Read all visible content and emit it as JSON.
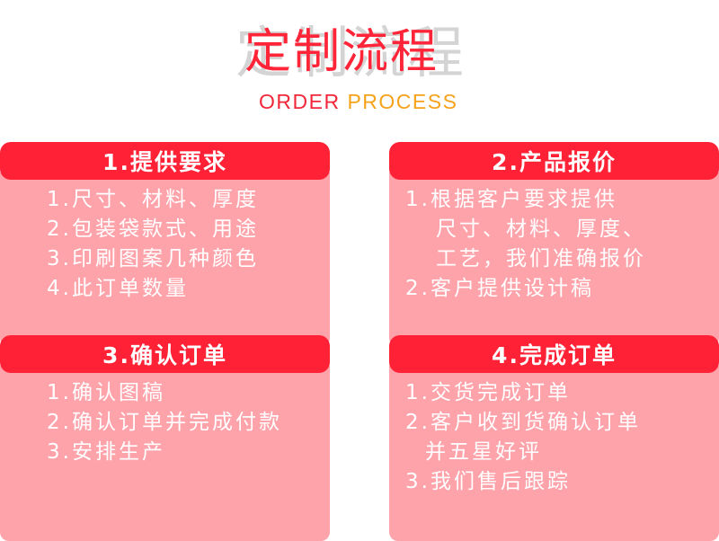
{
  "header": {
    "title": "定制流程",
    "title_shadow": "定制流程",
    "subtitle_part1": "ORDER ",
    "subtitle_part2": "PROCESS"
  },
  "colors": {
    "title_red": "#ff2437",
    "header_red": "#ff2236",
    "body_pink": "#ffa3ab",
    "subtitle_orange": "#f6a21a"
  },
  "steps": [
    {
      "title": "1.提供要求",
      "lines": [
        "1.尺寸、材料、厚度",
        "2.包装袋款式、用途",
        "3.印刷图案几种颜色",
        "4.此订单数量"
      ]
    },
    {
      "title": "2.产品报价",
      "lines": [
        "1.根据客户要求提供",
        "尺寸、材料、厚度、",
        "工艺，我们准确报价",
        "2.客户提供设计稿"
      ]
    },
    {
      "title": "3.确认订单",
      "lines": [
        "1.确认图稿",
        "2.确认订单并完成付款",
        "3.安排生产"
      ]
    },
    {
      "title": "4.完成订单",
      "lines": [
        "1.交货完成订单",
        "2.客户收到货确认订单",
        "并五星好评",
        "3.我们售后跟踪"
      ]
    }
  ]
}
